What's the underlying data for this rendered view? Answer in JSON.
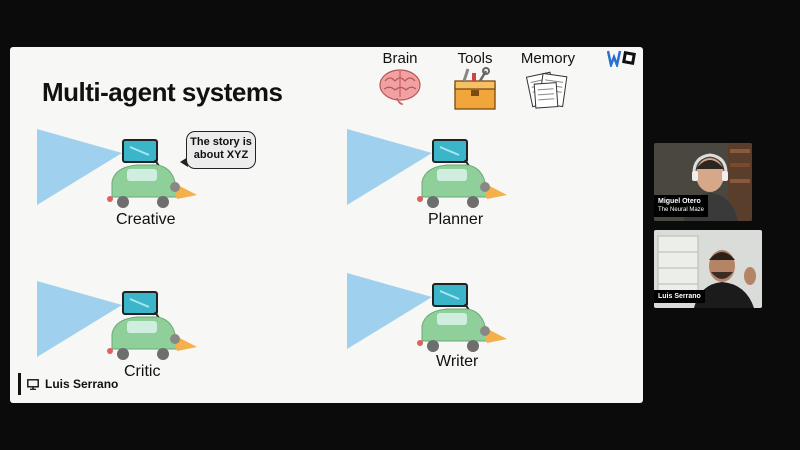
{
  "slide": {
    "title": "Multi-agent systems",
    "top_items": [
      {
        "label": "Brain",
        "icon": "brain-icon"
      },
      {
        "label": "Tools",
        "icon": "toolbox-icon"
      },
      {
        "label": "Memory",
        "icon": "memory-papers-icon"
      }
    ],
    "agents": [
      {
        "label": "Creative"
      },
      {
        "label": "Planner"
      },
      {
        "label": "Critic"
      },
      {
        "label": "Writer"
      }
    ],
    "speech_bubble": {
      "line1": "The story is",
      "line2": "about XYZ"
    },
    "presenter_name": "Luis Serrano"
  },
  "participants": [
    {
      "name": "Miguel Otero",
      "subtitle": "The Neural Maze"
    },
    {
      "name": "Luis Serrano"
    }
  ],
  "colors": {
    "car_green": "#8fcf9a",
    "beam_blue": "#9fd0ee",
    "mirror_teal": "#3ab5c9",
    "cone_yellow": "#f4b04a",
    "brain_pink": "#f0a2a2",
    "toolbox_orange": "#f0a63a"
  }
}
